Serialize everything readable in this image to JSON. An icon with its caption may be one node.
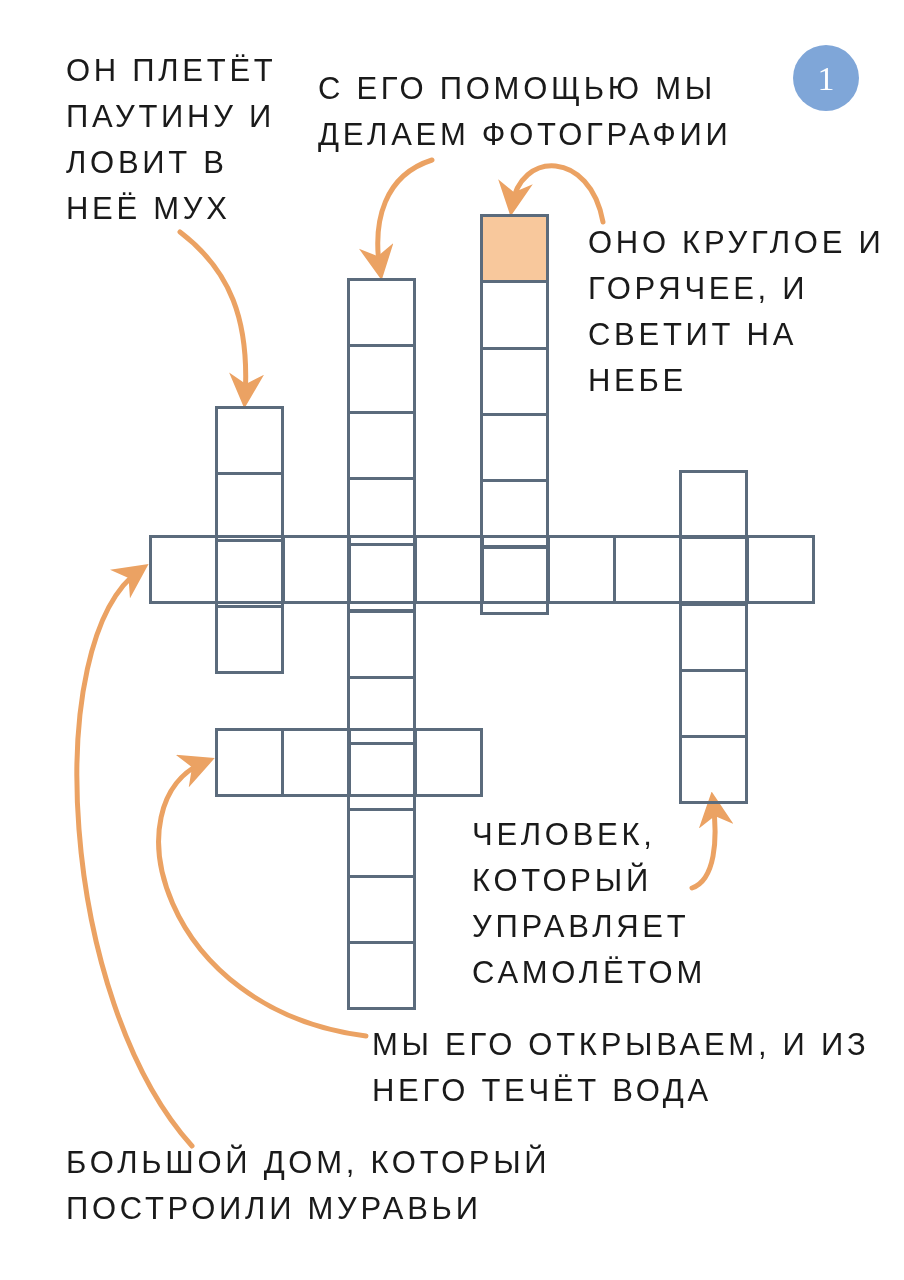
{
  "diagram": {
    "nodes": [
      {
        "text": [
          "ОН ПЛЕТЁТ ПАУТИНУ И ЛОВИТ В НЕЁ МУХ"
        ]
      },
      {
        "text": [
          "С ЕГО ПОМОЩЬЮ МЫ ДЕЛАЕМ ФОТОГРАФИИ"
        ]
      },
      {
        "text": [
          "1"
        ]
      },
      {
        "text": [
          "ОНО КРУГЛОЕ И ГОРЯЧЕЕ, И СВЕТИТ НА НЕБЕ"
        ]
      },
      {
        "text": [],
        "shape": "box"
      },
      {
        "text": [],
        "shape": "box"
      },
      {
        "text": [],
        "shape": "box"
      },
      {
        "text": [],
        "shape": "box"
      },
      {
        "text": [],
        "shape": "box"
      },
      {
        "text": [],
        "shape": "box"
      },
      {
        "text": [
          "ЧЕЛОВЕК, КОТОРЫЙ УПРАВЛЯЕТ САМОЛЁТОМ"
        ]
      },
      {
        "text": [
          "МЫ ЕГО ОТКРЫВАЕМ, И ИЗ НЕГО ТЕЧЁТ ВОДА"
        ]
      },
      {
        "text": [
          "БОЛЬШОЙ ДОМ, КОТОРЫЙ ПОСТРОИЛИ МУРАВЬИ"
        ]
      }
    ],
    "edges": [
      {
        "from": 0,
        "to": 6,
        "arrow": "to"
      },
      {
        "from": 1,
        "to": 5,
        "arrow": "to"
      },
      {
        "from": 3,
        "to": 4,
        "arrow": "to"
      },
      {
        "from": 10,
        "to": 7,
        "arrow": "to"
      },
      {
        "from": 11,
        "to": 9,
        "arrow": "to"
      },
      {
        "from": 12,
        "to": 8,
        "arrow": "to"
      }
    ]
  }
}
